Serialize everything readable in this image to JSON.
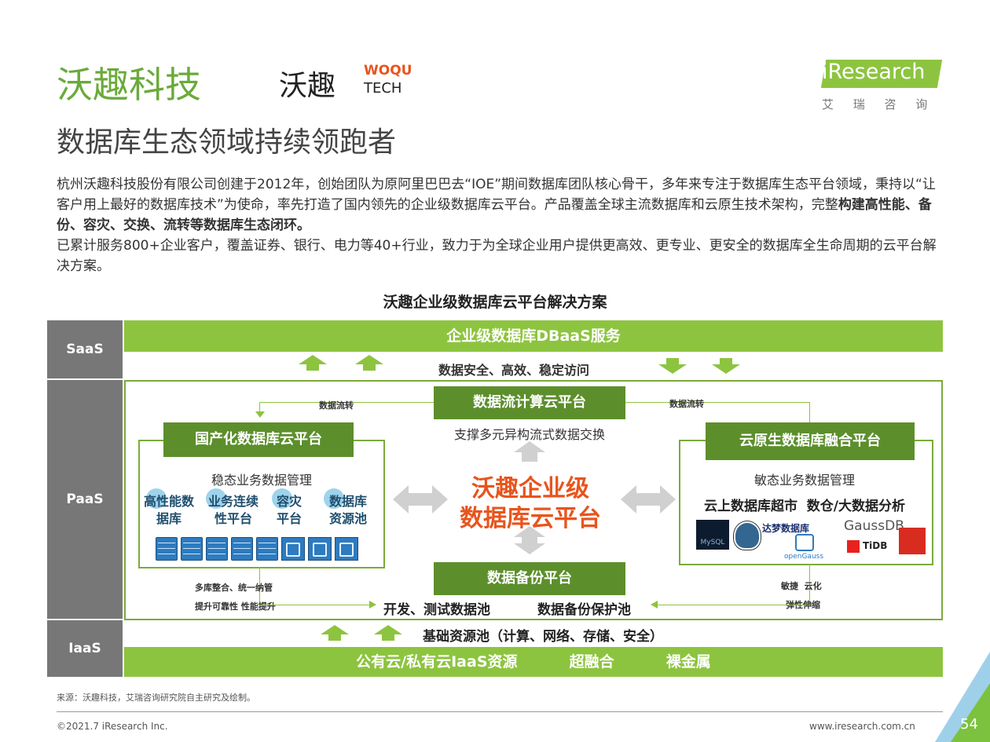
{
  "header": {
    "company": "沃趣科技",
    "logo_main": "沃趣",
    "logo_en1": "WOQU",
    "logo_en2": "TECH",
    "subtitle": "数据库生态领域持续领跑者",
    "ir_logo": "iResearch",
    "ir_cn": "艾 瑞 咨 询"
  },
  "intro": {
    "p1a": "杭州沃趣科技股份有限公司创建于2012年，创始团队为原阿里巴巴去“IOE”期间数据库团队核心骨干，多年来专注于数据库生态平台领域，秉持以“让客户用上最好的数据库技术”为使命，率先打造了国内领先的企业级数据库云平台。产品覆盖全球主流数据库和云原生技术架构，完整",
    "p1b": "构建高性能、备份、容灾、交换、流转等数据库生态闭环。",
    "p2": "已累计服务800+企业客户，覆盖证券、银行、电力等40+行业，致力于为全球企业用户提供更高效、更专业、更安全的数据库全生命周期的云平台解决方案。"
  },
  "diagram": {
    "title": "沃趣企业级数据库云平台解决方案",
    "saas": "SaaS",
    "paas": "PaaS",
    "iaas": "IaaS",
    "dbaas": "企业级数据库DBaaS服务",
    "access": "数据安全、高效、稳定访问",
    "stream_platform": "数据流计算云平台",
    "stream_desc": "支撑多元异构流式数据交换",
    "flow_left": "数据流转",
    "flow_right": "数据流转",
    "domestic": "国产化数据库云平台",
    "domestic_desc": "稳态业务数据管理",
    "d1a": "高性能数",
    "d1b": "据库",
    "d2a": "业务连续",
    "d2b": "性平台",
    "d3a": "容灾",
    "d3b": "平台",
    "d4a": "数据库",
    "d4b": "资源池",
    "center1": "沃趣企业级",
    "center2": "数据库云平台",
    "cloud": "云原生数据库融合平台",
    "cloud_desc": "敏态业务数据管理",
    "cloud_feat": "云上数据库超市  数仓/大数据分析",
    "logo_mysql": "MySQL",
    "logo_dameng": "达梦数据库",
    "logo_gauss": "GaussDB",
    "logo_opengauss": "openGauss",
    "logo_tidb": "TiDB",
    "backup": "数据备份平台",
    "left_note1": "多库整合、统一纳管",
    "left_note2": "提升可靠性 性能提升",
    "dev_pool": "开发、测试数据池",
    "backup_pool": "数据备份保护池",
    "right_note1": "敏捷  云化",
    "right_note2": "弹性伸缩",
    "infra": "基础资源池（计算、网络、存储、安全）",
    "iaas_items": "公有云/私有云IaaS资源          超融合          裸金属"
  },
  "footer": {
    "source": "来源：沃趣科技，艾瑞咨询研究院自主研究及绘制。",
    "copyright": "©2021.7 iResearch Inc.",
    "url": "www.iresearch.com.cn",
    "page": "54"
  }
}
